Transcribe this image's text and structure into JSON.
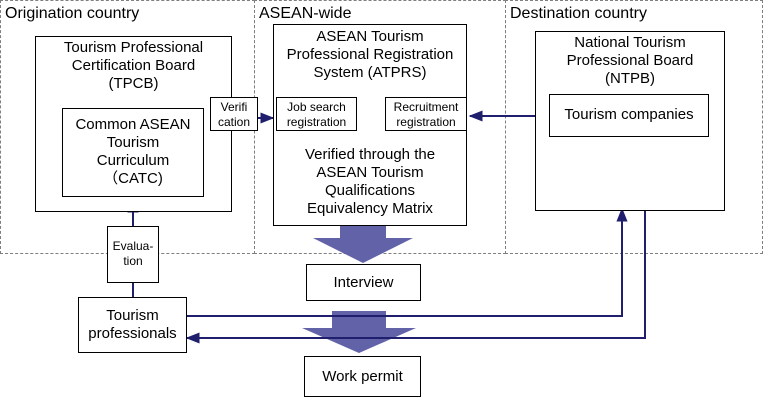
{
  "regions": {
    "origination": "Origination country",
    "asean": "ASEAN-wide",
    "destination": "Destination country"
  },
  "boxes": {
    "tpcb": "Tourism Professional\nCertification Board\n(TPCB)",
    "catc": "Common ASEAN\nTourism\nCurriculum\n（CATC)",
    "atprs_title": "ASEAN Tourism\nProfessional Registration\nSystem (ATPRS)",
    "job_search": "Job search\nregistration",
    "recruitment": "Recruitment\nregistration",
    "verified": "Verified through the\nASEAN Tourism\nQualifications\nEquivalency Matrix",
    "ntpb": "National Tourism\nProfessional Board\n(NTPB)",
    "tourism_companies": "Tourism companies",
    "interview": "Interview",
    "work_permit": "Work permit",
    "tourism_professionals": "Tourism\nprofessionals"
  },
  "labels": {
    "verification": "Verifi\ncation",
    "evaluation": "Evalua-\ntion"
  },
  "colors": {
    "arrow_line": "#1f1f6e",
    "big_arrow": "#6262a8",
    "cross": "#10104a",
    "dashed_border": "#7f7f7f"
  }
}
